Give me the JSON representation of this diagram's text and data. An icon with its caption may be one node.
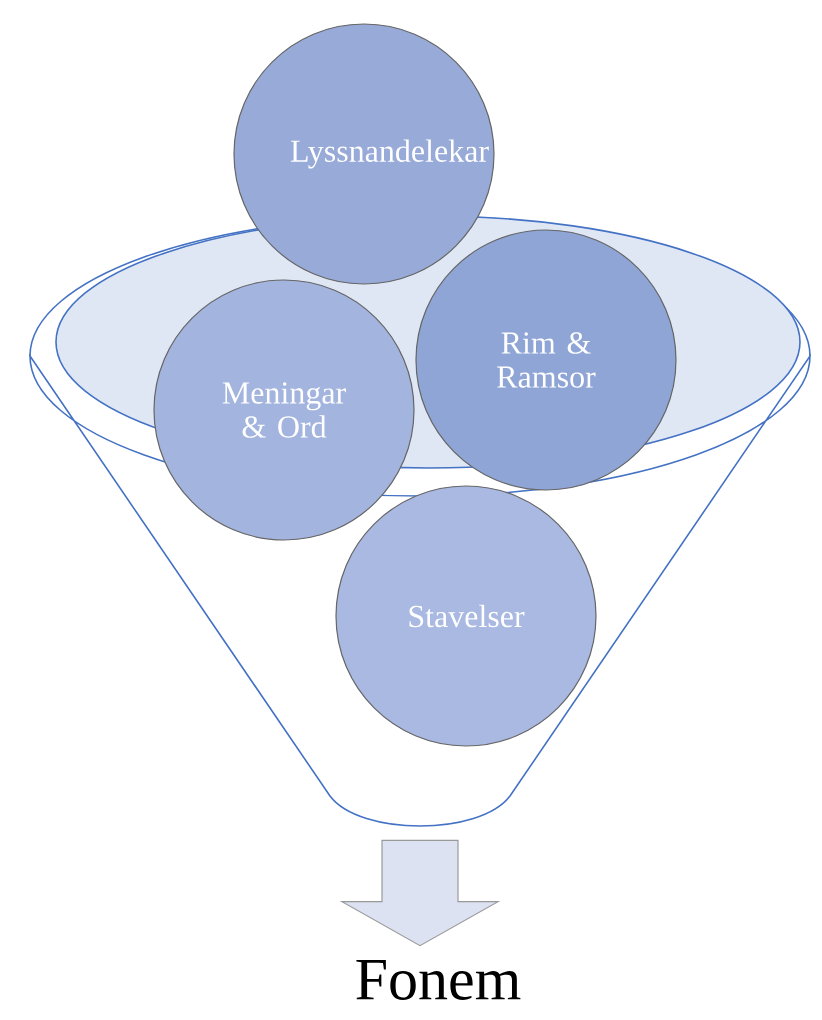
{
  "diagram": {
    "nodes": [
      {
        "text": [],
        "shape": "funnel"
      },
      {
        "text": [
          "Lyssnandelekar"
        ]
      },
      {
        "text": [
          "Meningar & Ord"
        ]
      },
      {
        "text": [
          "Rim & Ramsor"
        ]
      },
      {
        "text": [
          "Stavelser"
        ],
        "in": 0
      },
      {
        "text": [
          "Fonem"
        ]
      }
    ],
    "edges": [
      {
        "from": 0,
        "to": 5,
        "arrow": "to"
      }
    ]
  }
}
